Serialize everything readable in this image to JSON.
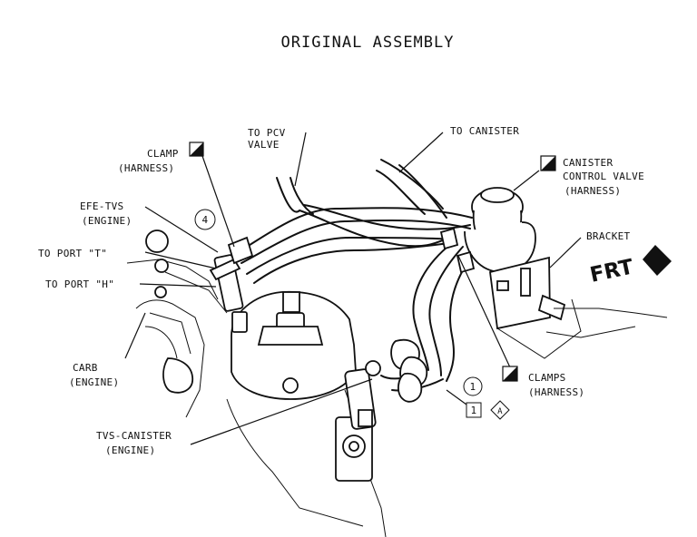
{
  "title": "ORIGINAL ASSEMBLY",
  "labels": {
    "to_pcv_1": "TO PCV",
    "to_pcv_2": "VALVE",
    "to_canister": "TO CANISTER",
    "clamp_1": "CLAMP",
    "clamp_2": "(HARNESS)",
    "canister_valve_1": "CANISTER",
    "canister_valve_2": "CONTROL VALVE",
    "canister_valve_3": "(HARNESS)",
    "efe_tvs_1": "EFE-TVS",
    "efe_tvs_2": "(ENGINE)",
    "bracket": "BRACKET",
    "port_t": "TO PORT \"T\"",
    "port_h": "TO PORT \"H\"",
    "frt": "FRT",
    "carb_1": "CARB",
    "carb_2": "(ENGINE)",
    "clamps_1": "CLAMPS",
    "clamps_2": "(HARNESS)",
    "tvs_canister_1": "TVS-CANISTER",
    "tvs_canister_2": "(ENGINE)"
  },
  "callouts": {
    "circle_4": "4",
    "circle_1": "1",
    "box_1": "1",
    "diamond_a": "A"
  }
}
